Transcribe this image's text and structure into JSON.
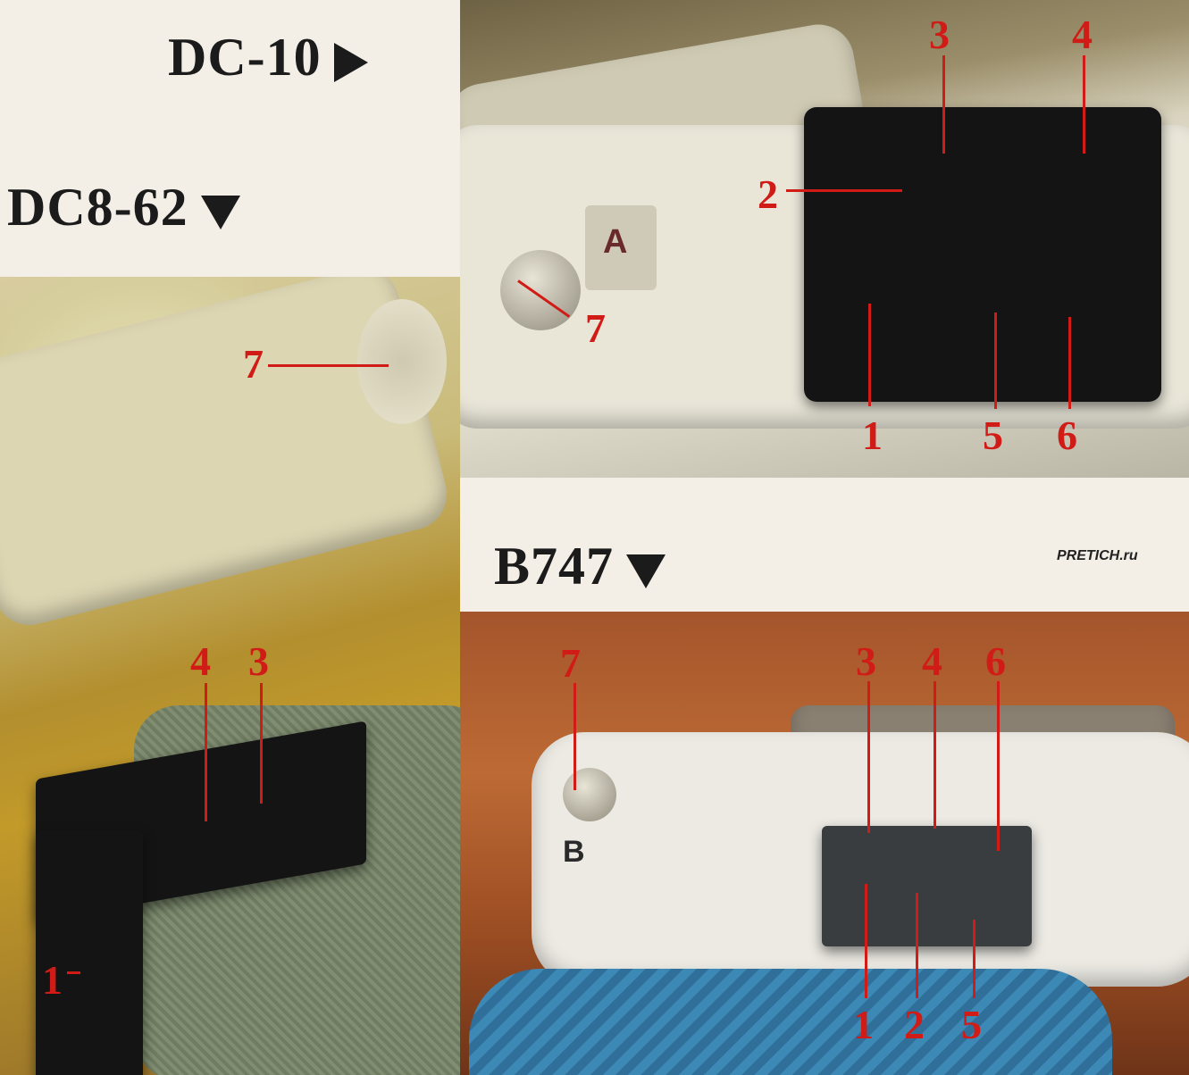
{
  "headings": {
    "dc10": "DC-10",
    "dc862": "DC8-62",
    "b747": "B747"
  },
  "watermark": "PRETICH.ru",
  "dc10": {
    "seat_label": "A",
    "callouts": [
      "1",
      "2",
      "3",
      "4",
      "5",
      "6",
      "7"
    ]
  },
  "dc862": {
    "callouts": [
      "7",
      "4",
      "3",
      "1"
    ]
  },
  "b747": {
    "seat_label": "B",
    "callouts": [
      "7",
      "3",
      "4",
      "6",
      "1",
      "2",
      "5"
    ]
  }
}
